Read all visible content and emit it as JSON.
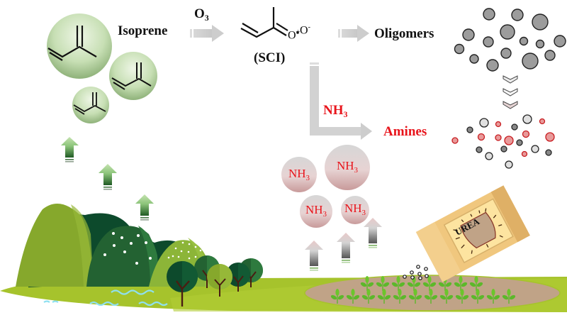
{
  "labels": {
    "isoprene": "Isoprene",
    "ozone": "O",
    "ozone_sub": "3",
    "sci": "(SCI)",
    "sci_o_plus": "O",
    "sci_plus": "+",
    "sci_o_minus": "O",
    "sci_minus": "-",
    "oligomers": "Oligomers",
    "nh3_reactant": "NH",
    "nh3_reactant_sub": "3",
    "amines": "Amines",
    "urea": "UREA"
  },
  "nh3_bubbles": [
    {
      "text": "NH",
      "sub": "3"
    },
    {
      "text": "NH",
      "sub": "3"
    },
    {
      "text": "NH",
      "sub": "3"
    },
    {
      "text": "NH",
      "sub": "3"
    }
  ],
  "colors": {
    "amine_red": "#e8141b",
    "arrow_gray": "#cfcfcf",
    "isoprene_bubble": "#c7dfb4",
    "nh3_bubble": "#d9b8b8",
    "oligomer_gray": "#9a9a9a",
    "hill_light": "#86a82c",
    "hill_dark": "#0d4a2c",
    "ground": "#a8c52e",
    "soil": "#c0a387",
    "urea_bag": "#f0c77e"
  }
}
